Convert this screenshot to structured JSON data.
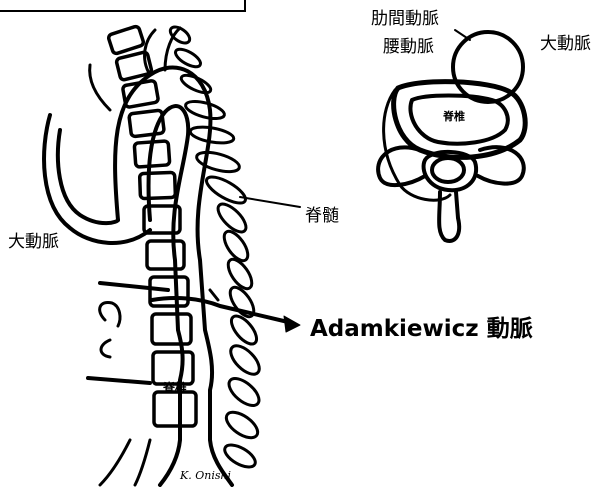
{
  "labels": {
    "intercostal_lumbar_line1": "肋間動脈",
    "intercostal_lumbar_line2": "腰動脈",
    "aorta_top": "大動脈",
    "spinal_cord": "脊髄",
    "aorta_left": "大動脈",
    "adamkiewicz": "Adamkiewicz 動脈",
    "vertebra_small": "脊椎",
    "vertebra_cross": "脊椎",
    "signature": "K. Onishi"
  }
}
